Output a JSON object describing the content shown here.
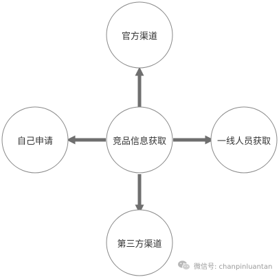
{
  "nodes": {
    "center": "竞品信息获取",
    "top": "官方渠道",
    "left": "自己申请",
    "right": "一线人员获取",
    "bottom": "第三方渠道"
  },
  "watermark": {
    "text": "微信号: chanpinluantan",
    "icon": "wechat-icon"
  },
  "colors": {
    "node_stroke": "#888888",
    "arrow": "#6f6f6f",
    "text": "#333333",
    "watermark_text": "#9a9a9a"
  }
}
